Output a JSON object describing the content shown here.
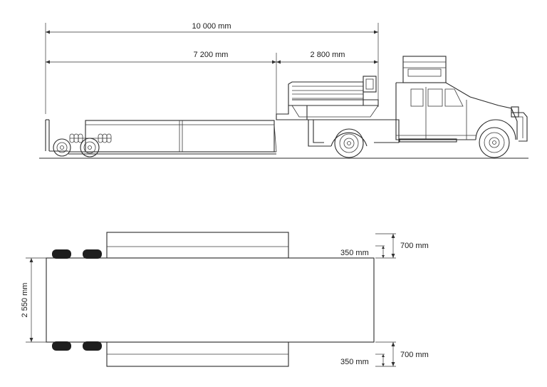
{
  "side_view": {
    "dim_total": "10 000 mm",
    "dim_platform": "7 200 mm",
    "dim_neck": "2 800 mm"
  },
  "top_view": {
    "dim_width": "2 550 mm",
    "dim_extension_top": "700 mm",
    "dim_step_top": "350 mm",
    "dim_extension_bottom": "700 mm",
    "dim_step_bottom": "350 mm"
  },
  "colors": {
    "line": "#2b2b2b",
    "tyre": "#1e1e1e"
  }
}
